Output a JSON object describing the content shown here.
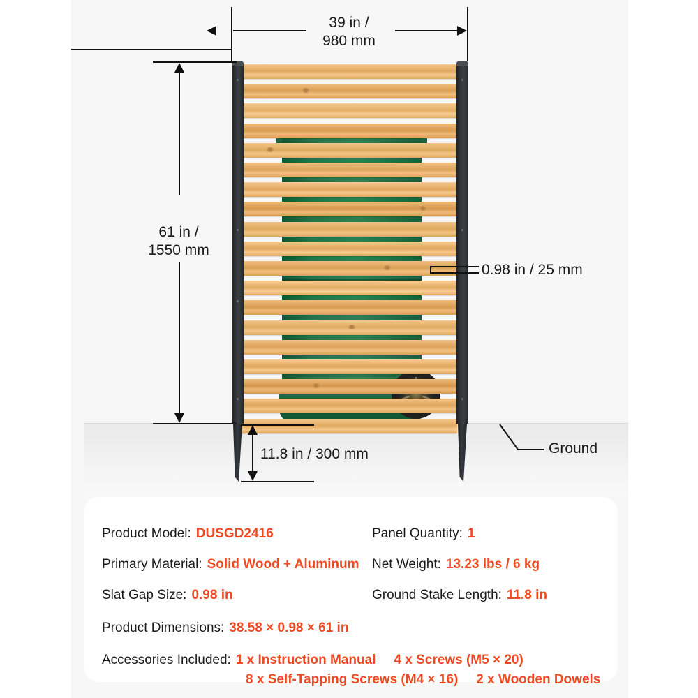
{
  "diagram": {
    "title": "Outdoor trash can enclosure panel dimension diagram",
    "annotations": {
      "width": "39 in /\n980 mm",
      "height": "61 in /\n1550 mm",
      "slat_gap": "0.98 in / 25 mm",
      "stake_length": "11.8 in / 300 mm",
      "ground": "Ground"
    },
    "colors": {
      "accent": "#ED4A24",
      "wood_light": "#f3c285",
      "wood_dark": "#d9a059",
      "post": "#2e3236",
      "bin_green": "#1d6b41",
      "background": "#f7f7f7",
      "ground": "#ececec"
    },
    "slat_count": 19
  },
  "spec": {
    "rows": [
      {
        "label": "Product Model:",
        "value": "DUSGD2416"
      },
      {
        "label": "Panel Quantity:",
        "value": "1"
      },
      {
        "label": "Primary Material:",
        "value": "Solid Wood + Aluminum"
      },
      {
        "label": "Net Weight:",
        "value": "13.23 lbs / 6 kg"
      },
      {
        "label": "Slat Gap Size:",
        "value": "0.98 in"
      },
      {
        "label": "Ground Stake Length:",
        "value": "11.8 in"
      },
      {
        "label": "Product Dimensions:",
        "value": "38.58 × 0.98 × 61 in"
      }
    ],
    "accessories": {
      "label": "Accessories Included:",
      "line1_a": "1 x Instruction Manual",
      "line1_b": "4 x Screws (M5 × 20)",
      "line2_a": "8 x Self-Tapping Screws (M4 × 16)",
      "line2_b": "2 x Wooden Dowels"
    }
  }
}
